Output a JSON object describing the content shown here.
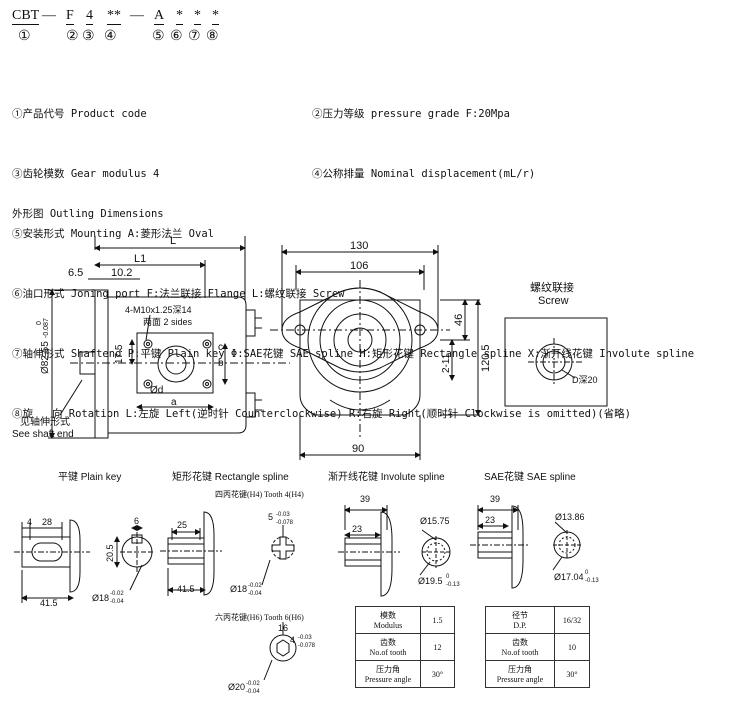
{
  "model_code": {
    "top": {
      "cbt": "CBT",
      "d1": "—",
      "f": "F",
      "n4": "4",
      "stars": "**",
      "d2": "—",
      "a": "A",
      "s6": "*",
      "s7": "*",
      "s8": "*"
    },
    "bottom": {
      "c1": "①",
      "c2": "②",
      "c3": "③",
      "c4": "④",
      "c5": "⑤",
      "c6": "⑥",
      "c7": "⑦",
      "c8": "⑧"
    }
  },
  "legend": {
    "l1": "①产品代号 Product code",
    "l2": "②压力等级 pressure grade F:20Mpa",
    "l3": "③齿轮模数 Gear modulus 4",
    "l4": "④公称排量 Nominal displacement(mL/r)",
    "l5": "⑤安装形式 Mounting A:菱形法兰 Oval",
    "l6": "⑥油口形式 Joning port F:法兰联接 Flange L:螺纹联接 Screw",
    "l7": "⑦轴伸形式 Shaftend P:平键 Plain key Φ:SAE花键 SAE spline H:矩形花键 Rectangle spline X:渐开线花键 Involute spline",
    "l8": "⑧旋   向 Rotation L:左旋 Left(逆时针 Counterclockwise) R:右旋 Right(顺时针 Clockwise is omitted)(省略)"
  },
  "outline_title": "外形图 Outling Dimensions",
  "side_view": {
    "L": "L",
    "L1": "L1",
    "d65": "6.5",
    "d102": "10.2",
    "dia": "Ø82.55",
    "tol_a": "0",
    "tol_b": "-0.087",
    "d175": "17.5",
    "thread": "4-M10x1.25深14",
    "sides": "两面 2 sides",
    "od": "Ød",
    "a": "a",
    "b": "b",
    "c": "c",
    "shaft_cn": "见轴伸形式",
    "shaft_en": "See shaft end"
  },
  "front_view": {
    "w130": "130",
    "w106": "106",
    "h46": "46",
    "h211": "2-11",
    "h1205": "120.5",
    "w90": "90"
  },
  "screw_view": {
    "cn": "螺纹联接",
    "en": "Screw",
    "d": "D深20"
  },
  "shaft_titles": {
    "plain": "平键 Plain key",
    "rect": "矩形花键 Rectangle spline",
    "invol": "渐开线花键 Involute spline",
    "sae": "SAE花键 SAE spline",
    "tooth4": "四丙花键(H4) Tooth 4(H4)",
    "tooth6": "六丙花键(H6) Tooth 6(H6)"
  },
  "plain_key": {
    "d4": "4",
    "d28": "28",
    "d6": "6",
    "d205": "20.5",
    "d415": "41.5",
    "dia": "Ø18",
    "tol_a": "-0.02",
    "tol_b": "-0.04"
  },
  "rect_spline": {
    "d25": "25",
    "d5": "5",
    "tol1": "-0.03",
    "tol2": "-0.078",
    "d415": "41.5",
    "dia": "Ø18",
    "tol_a": "-0.02",
    "tol_b": "-0.04",
    "d16": "16",
    "d4": "4",
    "tol3": "-0.03",
    "tol4": "-0.078",
    "dia20": "Ø20",
    "tol5": "-0.02",
    "tol6": "-0.04"
  },
  "invol_spline": {
    "d39": "39",
    "d23": "23",
    "d1575": "Ø15.75",
    "dia195": "Ø19.5",
    "tol_a": "0",
    "tol_b": "-0.13"
  },
  "sae_spline": {
    "d39": "39",
    "d23": "23",
    "d1386": "Ø13.86",
    "dia1704": "Ø17.04",
    "tol_a": "0",
    "tol_b": "-0.13"
  },
  "table_left": [
    {
      "cn": "模数",
      "en": "Modulus",
      "v": "1.5"
    },
    {
      "cn": "齿数",
      "en": "No.of tooth",
      "v": "12"
    },
    {
      "cn": "压力角",
      "en": "Pressure angle",
      "v": "30°"
    }
  ],
  "table_right": [
    {
      "cn": "径节",
      "en": "D.P.",
      "v": "16/32"
    },
    {
      "cn": "齿数",
      "en": "No.of tooth",
      "v": "10"
    },
    {
      "cn": "压力角",
      "en": "Pressure angle",
      "v": "30°"
    }
  ]
}
